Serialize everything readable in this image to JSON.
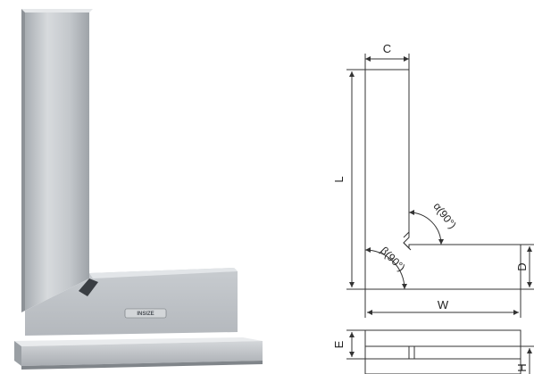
{
  "product_photo": {
    "brand_mark": "INSIZE"
  },
  "diagram": {
    "labels": {
      "c": "C",
      "l": "L",
      "w": "W",
      "d": "D",
      "e": "E",
      "h": "H",
      "alpha": "α(90°)",
      "beta": "β(90°)"
    }
  }
}
